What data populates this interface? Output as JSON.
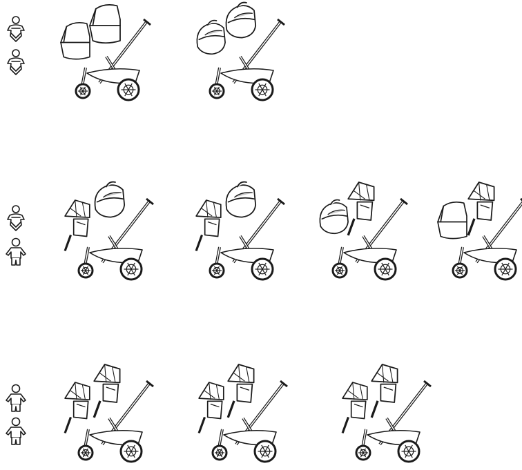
{
  "colors": {
    "line": "#1a1a1a",
    "fill": "#ffffff",
    "shade": "#c8c8c8"
  },
  "rows": [
    {
      "id": "row-1",
      "children": [
        "infant",
        "infant"
      ],
      "configurations": [
        {
          "id": "cfg-1-1",
          "rear": "bassinet",
          "front": "bassinet"
        },
        {
          "id": "cfg-1-2",
          "rear": "car-seat",
          "front": "car-seat"
        }
      ]
    },
    {
      "id": "row-2",
      "children": [
        "infant",
        "toddler"
      ],
      "configurations": [
        {
          "id": "cfg-2-1",
          "rear": "toddler-seat",
          "front": "car-seat"
        },
        {
          "id": "cfg-2-2",
          "rear": "toddler-seat",
          "front": "car-seat"
        },
        {
          "id": "cfg-2-3",
          "rear": "car-seat",
          "front": "toddler-seat"
        },
        {
          "id": "cfg-2-4",
          "rear": "bassinet",
          "front": "toddler-seat"
        }
      ]
    },
    {
      "id": "row-3",
      "children": [
        "toddler",
        "toddler"
      ],
      "configurations": [
        {
          "id": "cfg-3-1",
          "rear": "toddler-seat",
          "front": "toddler-seat"
        },
        {
          "id": "cfg-3-2",
          "rear": "toddler-seat",
          "front": "toddler-seat"
        },
        {
          "id": "cfg-3-3",
          "rear": "toddler-seat",
          "front": "toddler-seat"
        }
      ]
    }
  ]
}
